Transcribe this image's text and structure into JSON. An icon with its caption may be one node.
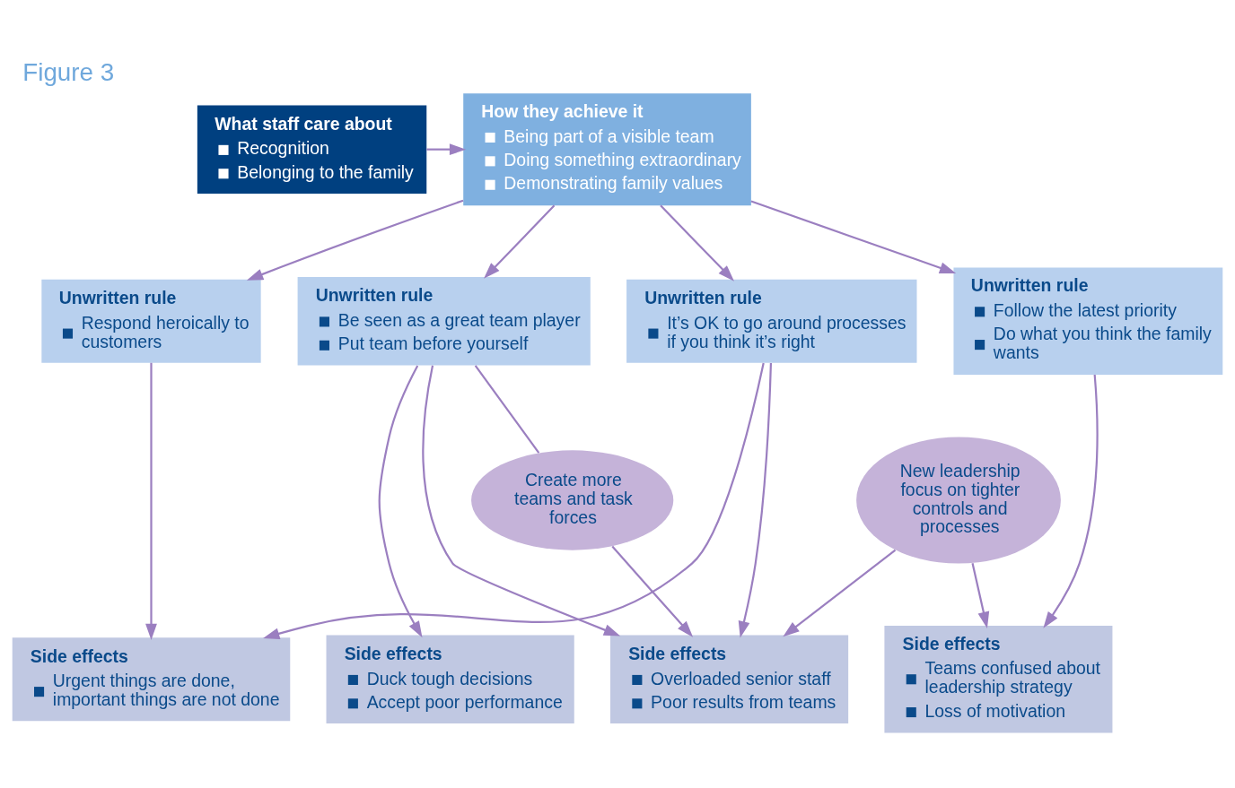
{
  "diagram": {
    "title": "Figure 3",
    "nodes": [
      {
        "text": [
          "What staff care about",
          "Recognition",
          "Belonging to the family"
        ]
      },
      {
        "text": [
          "How they achieve it",
          "Being part of a visible team",
          "Doing something extraordinary",
          "Demonstrating family values"
        ]
      },
      {
        "text": [
          "Unwritten rule",
          "Respond heroically to customers"
        ]
      },
      {
        "text": [
          "Unwritten rule",
          "Be seen as a great team player",
          "Put team before yourself"
        ]
      },
      {
        "text": [
          "Unwritten rule",
          "It’s OK to go around processes if you think it’s right"
        ]
      },
      {
        "text": [
          "Unwritten rule",
          "Follow the latest priority",
          "Do what you think the family wants"
        ]
      },
      {
        "text": [
          "Create more teams and task forces"
        ]
      },
      {
        "text": [
          "New leadership focus on tighter controls and processes"
        ]
      },
      {
        "text": [
          "Side effects",
          "Urgent things are done, important things are not done"
        ]
      },
      {
        "text": [
          "Side effects",
          "Duck tough decisions",
          "Accept poor performance"
        ]
      },
      {
        "text": [
          "Side effects",
          "Overloaded senior staff",
          "Poor results from teams"
        ]
      },
      {
        "text": [
          "Side effects",
          "Teams confused about leadership strategy",
          "Loss of motivation"
        ]
      }
    ],
    "edges": [
      {
        "from": 0,
        "to": 1,
        "arrow": "to"
      },
      {
        "from": 1,
        "to": 2,
        "arrow": "to"
      },
      {
        "from": 1,
        "to": 3,
        "arrow": "to"
      },
      {
        "from": 1,
        "to": 4,
        "arrow": "to"
      },
      {
        "from": 1,
        "to": 5,
        "arrow": "to"
      },
      {
        "from": 2,
        "to": 8,
        "arrow": "to"
      },
      {
        "from": 3,
        "to": 9,
        "arrow": "to"
      },
      {
        "from": 3,
        "to": 6,
        "arrow": "none"
      },
      {
        "from": 3,
        "to": 10,
        "arrow": "to"
      },
      {
        "from": 4,
        "to": 10,
        "arrow": "to"
      },
      {
        "from": 4,
        "to": 8,
        "arrow": "to"
      },
      {
        "from": 5,
        "to": 11,
        "arrow": "to"
      },
      {
        "from": 6,
        "to": 10,
        "arrow": "to"
      },
      {
        "from": 7,
        "to": 10,
        "arrow": "to"
      },
      {
        "from": 7,
        "to": 11,
        "arrow": "to"
      }
    ]
  }
}
